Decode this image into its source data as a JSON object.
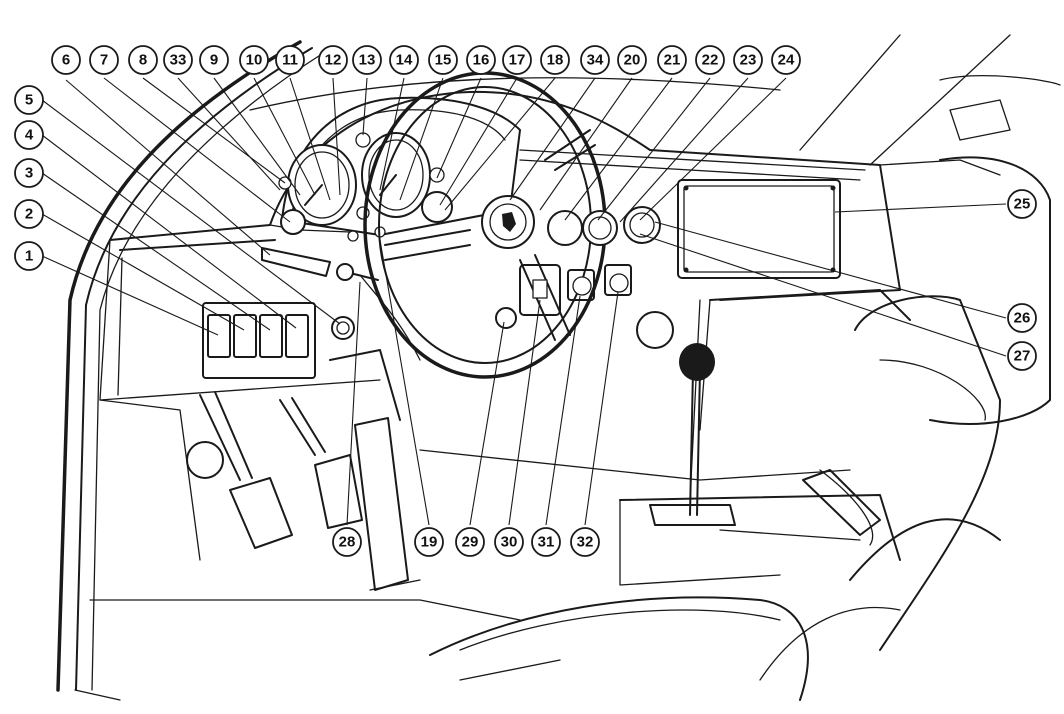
{
  "callouts": [
    {
      "id": "c1",
      "label": "1"
    },
    {
      "id": "c2",
      "label": "2"
    },
    {
      "id": "c3",
      "label": "3"
    },
    {
      "id": "c4",
      "label": "4"
    },
    {
      "id": "c5",
      "label": "5"
    },
    {
      "id": "c6",
      "label": "6"
    },
    {
      "id": "c7",
      "label": "7"
    },
    {
      "id": "c8",
      "label": "8"
    },
    {
      "id": "c33",
      "label": "33"
    },
    {
      "id": "c9",
      "label": "9"
    },
    {
      "id": "c10",
      "label": "10"
    },
    {
      "id": "c11",
      "label": "11"
    },
    {
      "id": "c12",
      "label": "12"
    },
    {
      "id": "c13",
      "label": "13"
    },
    {
      "id": "c14",
      "label": "14"
    },
    {
      "id": "c15",
      "label": "15"
    },
    {
      "id": "c16",
      "label": "16"
    },
    {
      "id": "c17",
      "label": "17"
    },
    {
      "id": "c18",
      "label": "18"
    },
    {
      "id": "c34",
      "label": "34"
    },
    {
      "id": "c20",
      "label": "20"
    },
    {
      "id": "c21",
      "label": "21"
    },
    {
      "id": "c22",
      "label": "22"
    },
    {
      "id": "c23",
      "label": "23"
    },
    {
      "id": "c24",
      "label": "24"
    },
    {
      "id": "c25",
      "label": "25"
    },
    {
      "id": "c26",
      "label": "26"
    },
    {
      "id": "c27",
      "label": "27"
    },
    {
      "id": "c28",
      "label": "28"
    },
    {
      "id": "c19",
      "label": "19"
    },
    {
      "id": "c29",
      "label": "29"
    },
    {
      "id": "c30",
      "label": "30"
    },
    {
      "id": "c31",
      "label": "31"
    },
    {
      "id": "c32",
      "label": "32"
    }
  ]
}
